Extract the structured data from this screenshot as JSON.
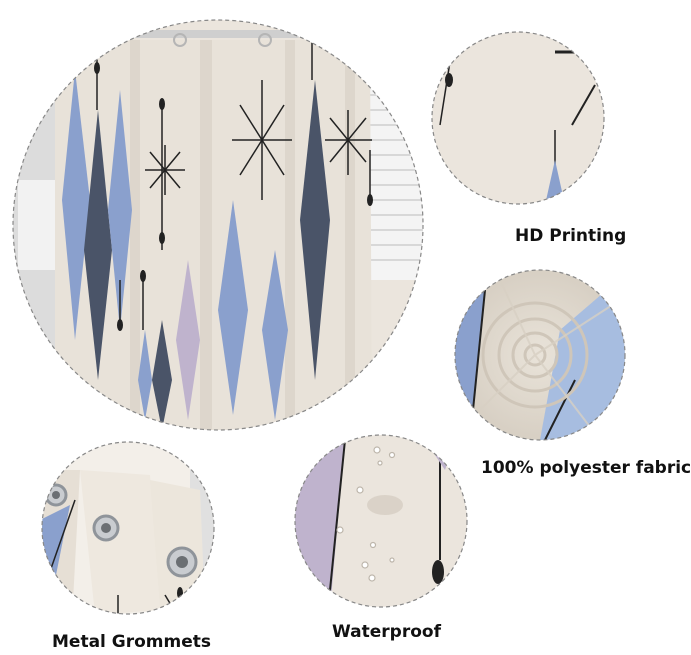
{
  "features": {
    "hd_printing": "HD Printing",
    "polyester": "100% polyester fabric",
    "grommets": "Metal Grommets",
    "waterproof": "Waterproof"
  },
  "colors": {
    "fabric": "#ebe5dd",
    "blue": "#8aa0cd",
    "navy": "#4a5468",
    "lavender": "#bfb3cd",
    "line": "#222222",
    "grommet": "#c9ccd0"
  }
}
